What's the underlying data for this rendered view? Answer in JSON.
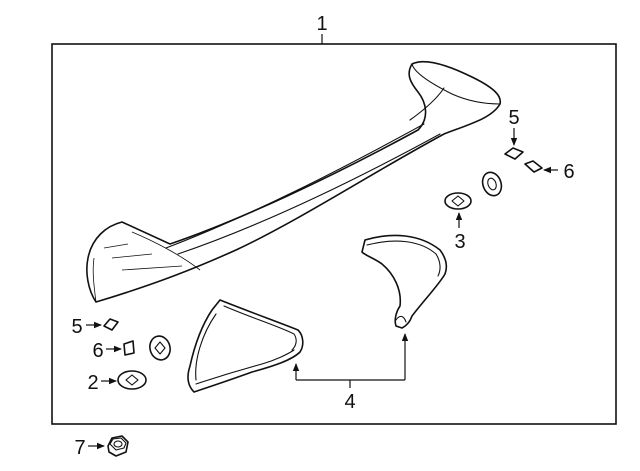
{
  "diagram": {
    "callouts": {
      "spoiler": "1",
      "grommet_left": "2",
      "grommet_right": "3",
      "seal": "4",
      "clip_left": "5",
      "clip_right": "5",
      "pad_left": "6",
      "pad_right": "6",
      "nut": "7"
    }
  }
}
